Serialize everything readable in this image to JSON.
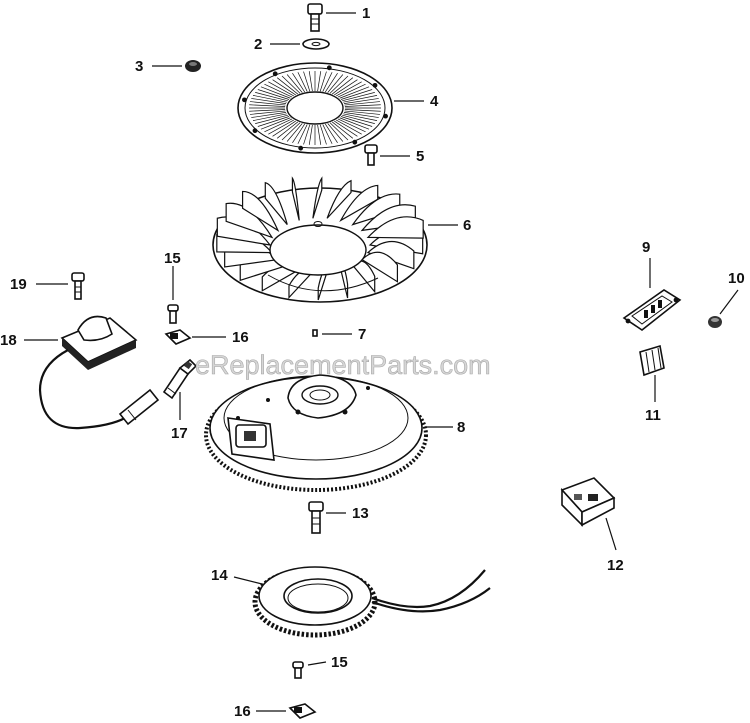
{
  "watermark": "eReplacementParts.com",
  "callouts": {
    "c1": "1",
    "c2": "2",
    "c3": "3",
    "c4": "4",
    "c5": "5",
    "c6": "6",
    "c7": "7",
    "c8": "8",
    "c9": "9",
    "c10": "10",
    "c11": "11",
    "c12": "12",
    "c13": "13",
    "c14": "14",
    "c15a": "15",
    "c15b": "15",
    "c16a": "16",
    "c16b": "16",
    "c17": "17",
    "c18": "18",
    "c19": "19"
  }
}
